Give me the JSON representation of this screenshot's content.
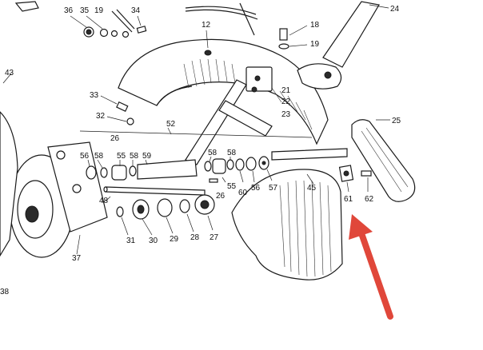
{
  "diagram": {
    "part_numbers": [
      {
        "id": "p36",
        "label": "36"
      },
      {
        "id": "p35",
        "label": "35"
      },
      {
        "id": "p19a",
        "label": "19"
      },
      {
        "id": "p34",
        "label": "34"
      },
      {
        "id": "p12",
        "label": "12"
      },
      {
        "id": "p18",
        "label": "18"
      },
      {
        "id": "p19b",
        "label": "19"
      },
      {
        "id": "p24",
        "label": "24"
      },
      {
        "id": "p43",
        "label": "43"
      },
      {
        "id": "p33",
        "label": "33"
      },
      {
        "id": "p32",
        "label": "32"
      },
      {
        "id": "p21",
        "label": "21"
      },
      {
        "id": "p22",
        "label": "22"
      },
      {
        "id": "p23",
        "label": "23"
      },
      {
        "id": "p52",
        "label": "52"
      },
      {
        "id": "p25",
        "label": "25"
      },
      {
        "id": "p26a",
        "label": "26"
      },
      {
        "id": "p56a",
        "label": "56"
      },
      {
        "id": "p58a",
        "label": "58"
      },
      {
        "id": "p55a",
        "label": "55"
      },
      {
        "id": "p58b",
        "label": "58"
      },
      {
        "id": "p59",
        "label": "59"
      },
      {
        "id": "p58c",
        "label": "58"
      },
      {
        "id": "p58d",
        "label": "58"
      },
      {
        "id": "p48",
        "label": "48"
      },
      {
        "id": "p26b",
        "label": "26"
      },
      {
        "id": "p55b",
        "label": "55"
      },
      {
        "id": "p60",
        "label": "60"
      },
      {
        "id": "p56b",
        "label": "56"
      },
      {
        "id": "p57",
        "label": "57"
      },
      {
        "id": "p45",
        "label": "45"
      },
      {
        "id": "p61",
        "label": "61"
      },
      {
        "id": "p62",
        "label": "62"
      },
      {
        "id": "p31",
        "label": "31"
      },
      {
        "id": "p30",
        "label": "30"
      },
      {
        "id": "p29",
        "label": "29"
      },
      {
        "id": "p28",
        "label": "28"
      },
      {
        "id": "p27",
        "label": "27"
      },
      {
        "id": "p37",
        "label": "37"
      },
      {
        "id": "p38",
        "label": "38"
      }
    ],
    "arrow_color": "#e0473a"
  }
}
